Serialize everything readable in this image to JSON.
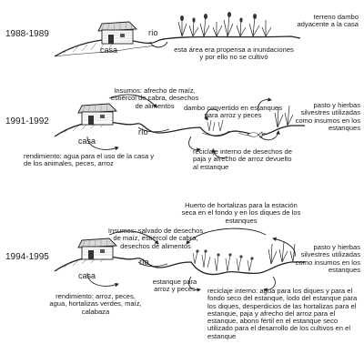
{
  "periods": [
    {
      "year": "1988-1989",
      "casa": "casa",
      "rio": "río",
      "note": "esta área era propensa a inundaciones y por ello no se cultivó",
      "side": "terreno dambo adyacente a la casa"
    },
    {
      "year": "1991-1992",
      "casa": "casa",
      "rio": "río",
      "insumos": "Insumos: afrecho de maíz, estiércol de cabra, desechos de alimentos",
      "dambo": "dambo convertido en estanques para arroz y peces",
      "pasto": "pasto y hierbas silvestres utilizadas como insumos en los estanques",
      "reciclaje": "reciclaje interno de desechos de paja y afrecho de arroz devuelto al estanque",
      "rendimiento": "rendimiento: agua para el uso de la casa y de los animales, peces, arroz"
    },
    {
      "year": "1994-1995",
      "casa": "casa",
      "rio": "río",
      "huerto": "Huerto de hortalizas para la estación seca en el fondo y en los diques de los estanques",
      "insumos": "Insumos: salvado de desechos de maíz, estiércol de cabra, desechos de alimentos",
      "pasto": "pasto y hierbas silvestres utilizadas como insumos en los estanques",
      "estanque": "estanque para arroz y peces",
      "reciclaje": "reciclaje interno: agua para los diques y para el fondo seco del estanque, lodo del estanque para los diques, desperdicios de las hortalizas para el estanque, paja y afrecho del arroz para el estanque, abono fértil en el estanque seco utilizado para el desarrollo de los cultivos en el estanque",
      "rendimiento": "rendimiento: arroz, peces, agua, hortalizas verdes, maíz, calabaza"
    }
  ]
}
